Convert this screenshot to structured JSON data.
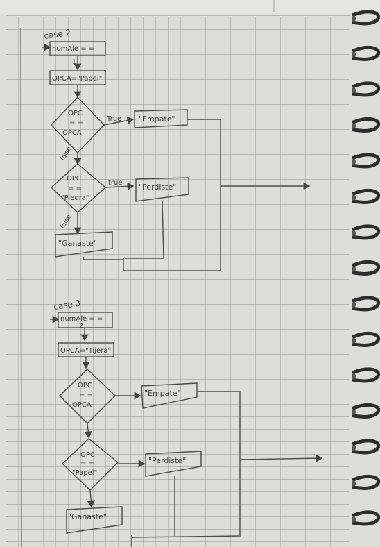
{
  "case2": {
    "title": "case 2",
    "condition": [
      "numAle = =",
      "1"
    ],
    "assign": "OPCA=\"Papel\"",
    "decision1": [
      "OPC",
      "= =",
      "OPCA"
    ],
    "decision1_true": "True",
    "decision1_false": "false",
    "output1": "\"Empate\"",
    "decision2": [
      "OPC",
      "= =",
      "\"Piedra\""
    ],
    "decision2_true": "true",
    "decision2_false": "false",
    "output2": "\"Perdiste\"",
    "output3": "\"Ganaste\""
  },
  "case3": {
    "title": "case 3",
    "condition": [
      "numAle = =",
      "2"
    ],
    "assign": "OPCA=\"Tijera\"",
    "decision1": [
      "OPC",
      "= =",
      "OPCA"
    ],
    "output1": "\"Empate\"",
    "decision2": [
      "OPC",
      "= =",
      "\"Papel\""
    ],
    "output2": "\"Perdiste\"",
    "output3": "\"Ganaste\""
  }
}
